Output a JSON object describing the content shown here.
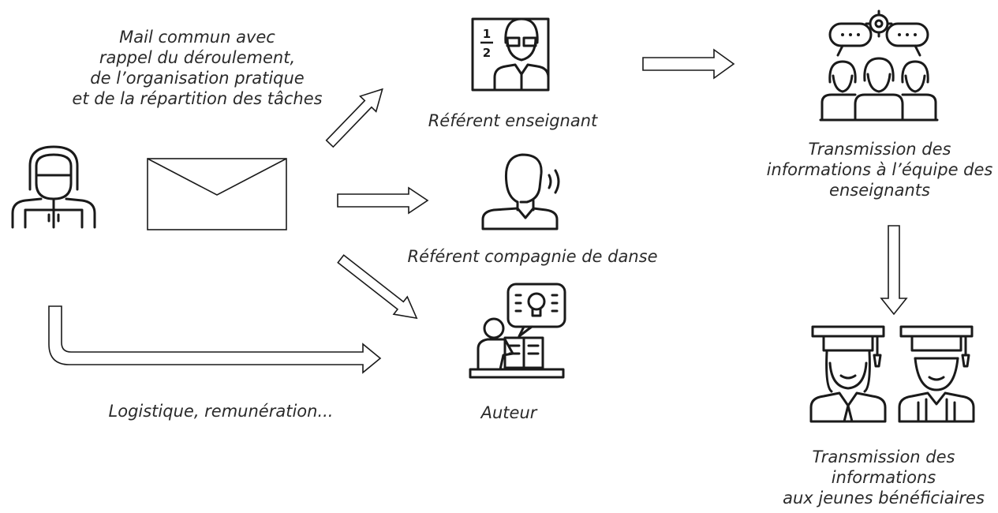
{
  "labels": {
    "mail_note": [
      "Mail commun avec",
      "rappel du déroulement,",
      "de l’organisation pratique",
      "et de la répartition des tâches"
    ],
    "referent_enseignant": "Référent enseignant",
    "referent_compagnie": "Référent compagnie de danse",
    "auteur": "Auteur",
    "logistique": "Logistique, remunération...",
    "transmission_equipe": [
      "Transmission des",
      "informations à l’équipe des",
      "enseignants"
    ],
    "transmission_jeunes": [
      "Transmission des",
      "informations",
      "aux jeunes bénéficiaires"
    ]
  },
  "fraction_icon": {
    "numerator": "1",
    "denominator": "2"
  },
  "icons": {
    "sender": "person-with-document-icon",
    "mail": "envelope-icon",
    "teacher": "teacher-with-board-icon",
    "dance": "speaking-person-icon",
    "author": "author-with-idea-icon",
    "team": "team-discussion-icon",
    "students": "graduates-icon"
  },
  "colors": {
    "stroke": "#1a1a1a",
    "text": "#2a2a2a",
    "background": "#ffffff"
  }
}
